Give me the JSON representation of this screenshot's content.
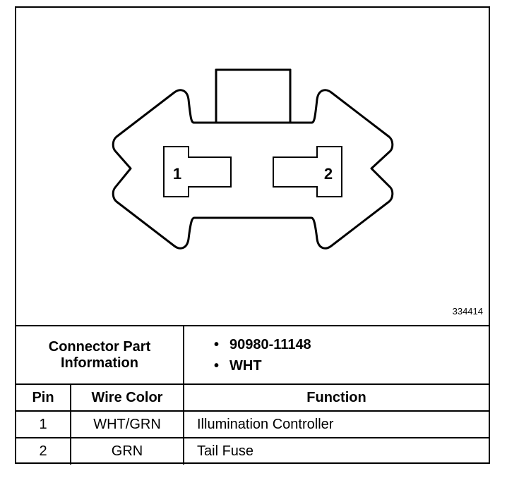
{
  "figure": {
    "id_number": "334414",
    "pin_labels": [
      "1",
      "2"
    ]
  },
  "connector_info": {
    "label_line1": "Connector Part",
    "label_line2": "Information",
    "items": [
      "90980-11148",
      "WHT"
    ]
  },
  "table": {
    "headers": {
      "pin": "Pin",
      "wire_color": "Wire Color",
      "function": "Function"
    },
    "rows": [
      {
        "pin": "1",
        "wire_color": "WHT/GRN",
        "function": "Illumination Controller"
      },
      {
        "pin": "2",
        "wire_color": "GRN",
        "function": "Tail Fuse"
      }
    ]
  }
}
